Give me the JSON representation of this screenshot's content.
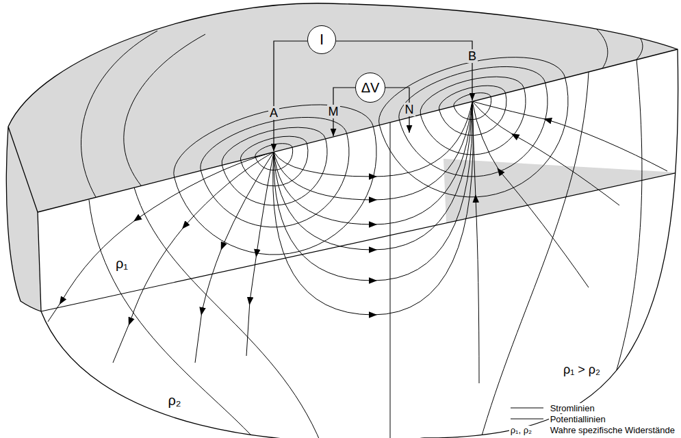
{
  "diagram": {
    "nodes": [
      {
        "text": [
          "I"
        ]
      },
      {
        "text": [
          "ΔV"
        ]
      }
    ],
    "labels": [
      "A",
      "M",
      "N",
      "B",
      "ρ₁",
      "ρ₂",
      "ρ₁ > ρ₂",
      "ρ₁, ρ₂"
    ],
    "legend": [
      {
        "text": "Stromlinien"
      },
      {
        "text": "Potentiallinien"
      },
      {
        "text": "Wahre spezifische Widerstände"
      }
    ]
  }
}
